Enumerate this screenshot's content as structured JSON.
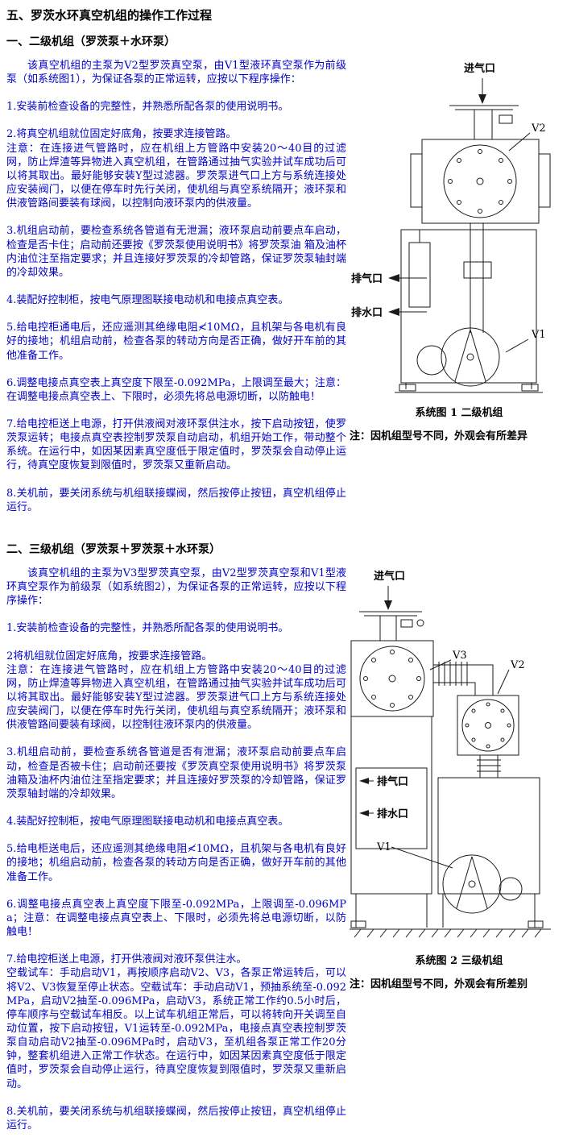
{
  "page": {
    "title": "五、罗茨水环真空机组的操作工作过程"
  },
  "section1": {
    "heading": "一、二级机组（罗茨泵＋水环泵）",
    "intro": "该真空机组的主泵为V2型罗茨真空泵，由V1型液环真空泵作为前级泵（如系统图1），为保证各泵的正常运转，应按以下程序操作：",
    "steps": [
      {
        "text": "1.安装前检查设备的完整性，并熟悉所配各泵的使用说明书。"
      },
      {
        "text": "2.将真空机组就位固定好底角，按要求连接管路。",
        "note": "注意：在连接进气管路时，应在机组上方管路中安装20～40目的过滤网，防止焊渣等异物进入真空机组，在管路通过抽气实验并试车成功后可以将其取出。最好能够安装Y型过滤器。罗茨泵进气口上方与系统连接处应安装阀门，以便在停车时先行关闭，使机组与真空系统隔开；液环泵和供液管路间要装有球阀，以控制向液环泵内的供液量。"
      },
      {
        "text": "3.机组启动前，要检查系统各管道有无泄漏；液环泵启动前要点车启动，检查是否卡住；启动前还要按《罗茨泵使用说明书》将罗茨泵油 箱及油杯内油位注至指定要求；并且连接好罗茨泵的冷却管路，保证罗茨泵轴封端的冷却效果。"
      },
      {
        "text": "4.装配好控制柜，按电气原理图联接电动机和电接点真空表。"
      },
      {
        "text": "5.给电控柜通电后，还应遥测其绝缘电阻≮10MΩ，且机架与各电机有良好的接地；机组启动前，检查各泵的转动方向是否正确，做好开车前的其他准备工作。"
      },
      {
        "text": "6.调整电接点真空表上真空度下限至-0.092MPa，上限调至最大；注意：在调整电接点真空表上、下限时，必须先将总电源切断，以防触电！"
      },
      {
        "text": "7.给电控柜送上电源，打开供液阀对液环泵供注水，按下启动按钮，使罗茨泵运转；电接点真空表控制罗茨泵自动启动，机组开始工作，带动整个系统。在运行中，如因某因素真空度低于限定值时，罗茨泵会自动停止运行，待真空度恢复到限值时，罗茨泵又重新启动。"
      },
      {
        "text": "8.关机前，要关闭系统与机组联接蝶阀，然后按停止按钮，真空机组停止运行。"
      }
    ],
    "diagram": {
      "labels": {
        "inlet": "进气口",
        "v2": "V2",
        "v1": "V1",
        "exhaust": "排气口",
        "drain": "排水口"
      },
      "caption": "系统图 1  二级机组",
      "note": "注：因机组型号不同，外观会有所差异"
    }
  },
  "section2": {
    "heading": "二、三级机组（罗茨泵＋罗茨泵＋水环泵）",
    "intro": "该真空机组的主泵为V3型罗茨真空泵，由V2型罗茨真空泵和V1型液环真空泵作为前级泵（如系统图2），为保证各泵的正常运转，应按以下程序操作：",
    "steps": [
      {
        "text": "1.安装前检查设备的完整性，并熟悉所配各泵的使用说明书。"
      },
      {
        "text": "2将机组就位固定好底角，按要求连接管路。",
        "note": "注意：在连接进气管路时，应在机组上方管路中安装20～40目的过滤网，防止焊渣等异物进入真空机组，在管路通过抽气实验并试车成功后可以将其取出。最好能够安装Y型过滤器。罗茨泵进气口上方与系统连接处应安装阀门，以便在停车时先行关闭，使机组与真空系统隔开；液环泵和供液管路间要装有球阀，以控制往液环泵内的供液量。"
      },
      {
        "text": "3.机组启动前，要检查系统各管道是否有泄漏；液环泵启动前要点车启动，检查是否被卡住；启动前还要按《罗茨真空泵使用说明书》将罗茨泵油箱及油杯内油位注至指定要求；并且连接好罗茨泵的冷却管路，保证罗茨泵轴封端的冷却效果。"
      },
      {
        "text": "4.装配好控制柜，按电气原理图联接电动机和电接点真空表。"
      },
      {
        "text": "5.给电柜送电后，还应遥测其绝缘电阻≮10MΩ，且机架与各电机有良好的接地；机组启动前，检查各泵的转动方向是否正确，做好开车前的其他准备工作。"
      },
      {
        "text": "6.调整电接点真空表上真空度下限至-0.092MPa，上限调至-0.096MPa；注意：在调整电接点真空表上、下限时，必须先将总电源切断，以防触电！"
      },
      {
        "text": "7.给电控柜送上电源，打开供液阀对液环泵供注水。",
        "note": "空载试车：手动启动V1，再按顺序启动V2、V3，各泵正常运转后，可以将V2、V3恢复至停止状态。空载试车：手动启动V1，预抽系统至-0.092MPa，启动V2抽至-0.096MPa，启动V3，系统正常工作约0.5小时后，停车顺序与空载试车相反。以上试车机组正常后，可以将转向开关调至自动位置，按下启动按钮，V1运转至-0.092MPa，电接点真空表控制罗茨泵自动启动V2抽至-0.096MPa时，启动V3，至机组各泵正常工作20分钟，整套机组进入正常工作状态。在运行中，如因某因素真空度低于限定值时，罗茨泵会自动停止运行，待真空度恢复到限值时，罗茨泵又重新启动。"
      },
      {
        "text": "8.关机前，要关闭系统与机组联接蝶阀，然后按停止按钮，真空机组停止运行。"
      }
    ],
    "diagram": {
      "labels": {
        "inlet": "进气口",
        "v3": "V3",
        "v2": "V2",
        "v1": "V1",
        "exhaust": "排气口",
        "drain": "排水口"
      },
      "caption": "系统图 2  三级机组",
      "note": "注：因机组型号不同，外观会有所差别"
    }
  }
}
